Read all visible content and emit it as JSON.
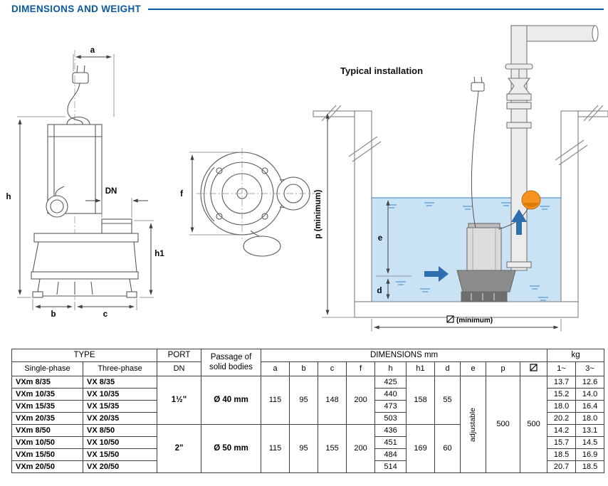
{
  "header": {
    "title": "DIMENSIONS AND WEIGHT"
  },
  "colors": {
    "accent_blue": "#0b5a9d",
    "water_blue": "#c9e2f4",
    "wave_blue": "#5b9bd5",
    "float_orange": "#f6921e",
    "arrow_blue": "#2e6fb0"
  },
  "drawings": {
    "installation_title": "Typical installation",
    "labels": {
      "a": "a",
      "h": "h",
      "dn": "DN",
      "h1": "h1",
      "b": "b",
      "c": "c",
      "f": "f",
      "p": "p (minimum)",
      "e": "e",
      "d": "d",
      "pit_min": "(minimum)"
    }
  },
  "table": {
    "headers": {
      "type": "TYPE",
      "single_phase": "Single-phase",
      "three_phase": "Three-phase",
      "port": "PORT",
      "dn": "DN",
      "passage": "Passage of solid bodies",
      "dimensions": "DIMENSIONS mm",
      "dim_cols": [
        "a",
        "b",
        "c",
        "f",
        "h",
        "h1",
        "d",
        "e",
        "p"
      ],
      "kg": "kg",
      "kg_cols": [
        "1~",
        "3~"
      ]
    },
    "shared": {
      "e": "adjustable",
      "p": "500",
      "pit": "500"
    },
    "groups": [
      {
        "port": "1½\"",
        "passage": "Ø 40 mm",
        "a": "115",
        "b": "95",
        "c": "148",
        "f": "200",
        "h1": "158",
        "d": "55",
        "rows": [
          {
            "single": "VXm 8/35",
            "three": "VX 8/35",
            "h": "425",
            "kg1": "13.7",
            "kg3": "12.6"
          },
          {
            "single": "VXm 10/35",
            "three": "VX 10/35",
            "h": "440",
            "kg1": "15.2",
            "kg3": "14.0"
          },
          {
            "single": "VXm 15/35",
            "three": "VX 15/35",
            "h": "473",
            "kg1": "18.0",
            "kg3": "16.4"
          },
          {
            "single": "VXm 20/35",
            "three": "VX 20/35",
            "h": "503",
            "kg1": "20.2",
            "kg3": "18.0"
          }
        ]
      },
      {
        "port": "2\"",
        "passage": "Ø 50 mm",
        "a": "115",
        "b": "95",
        "c": "155",
        "f": "200",
        "h1": "169",
        "d": "60",
        "rows": [
          {
            "single": "VXm 8/50",
            "three": "VX 8/50",
            "h": "436",
            "kg1": "14.2",
            "kg3": "13.1"
          },
          {
            "single": "VXm 10/50",
            "three": "VX 10/50",
            "h": "451",
            "kg1": "15.7",
            "kg3": "14.5"
          },
          {
            "single": "VXm 15/50",
            "three": "VX 15/50",
            "h": "484",
            "kg1": "18.5",
            "kg3": "16.9"
          },
          {
            "single": "VXm 20/50",
            "three": "VX 20/50",
            "h": "514",
            "kg1": "20.7",
            "kg3": "18.5"
          }
        ]
      }
    ]
  }
}
